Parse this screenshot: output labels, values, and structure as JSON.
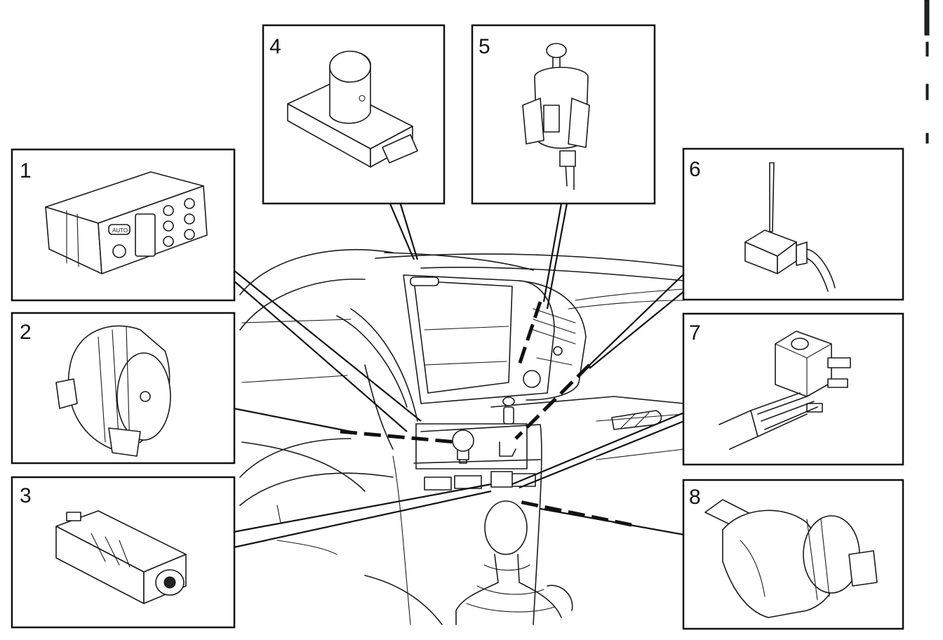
{
  "panels": [
    {
      "id": 1,
      "label": "1",
      "button_text": "AUTO"
    },
    {
      "id": 2,
      "label": "2"
    },
    {
      "id": 3,
      "label": "3"
    },
    {
      "id": 4,
      "label": "4"
    },
    {
      "id": 5,
      "label": "5"
    },
    {
      "id": 6,
      "label": "6"
    },
    {
      "id": 7,
      "label": "7"
    },
    {
      "id": 8,
      "label": "8"
    }
  ]
}
